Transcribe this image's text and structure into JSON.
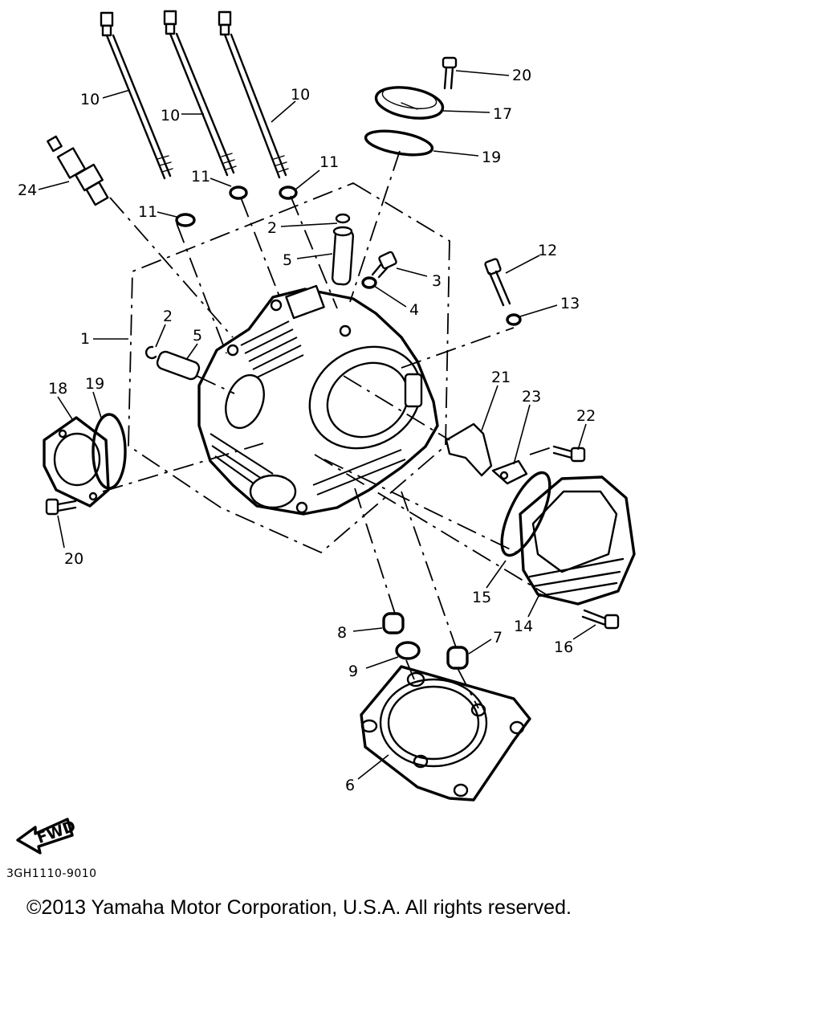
{
  "part_labels": [
    {
      "id": "l10a",
      "text": "10"
    },
    {
      "id": "l10b",
      "text": "10"
    },
    {
      "id": "l10c",
      "text": "10"
    },
    {
      "id": "l20a",
      "text": "20"
    },
    {
      "id": "l17",
      "text": "17"
    },
    {
      "id": "l19a",
      "text": "19"
    },
    {
      "id": "l24",
      "text": "24"
    },
    {
      "id": "l11a",
      "text": "11"
    },
    {
      "id": "l11b",
      "text": "11"
    },
    {
      "id": "l11c",
      "text": "11"
    },
    {
      "id": "l2a",
      "text": "2"
    },
    {
      "id": "l5a",
      "text": "5"
    },
    {
      "id": "l3",
      "text": "3"
    },
    {
      "id": "l4",
      "text": "4"
    },
    {
      "id": "l12",
      "text": "12"
    },
    {
      "id": "l13",
      "text": "13"
    },
    {
      "id": "l1",
      "text": "1"
    },
    {
      "id": "l2b",
      "text": "2"
    },
    {
      "id": "l5b",
      "text": "5"
    },
    {
      "id": "l18",
      "text": "18"
    },
    {
      "id": "l19b",
      "text": "19"
    },
    {
      "id": "l21",
      "text": "21"
    },
    {
      "id": "l23",
      "text": "23"
    },
    {
      "id": "l22",
      "text": "22"
    },
    {
      "id": "l20b",
      "text": "20"
    },
    {
      "id": "l15",
      "text": "15"
    },
    {
      "id": "l14",
      "text": "14"
    },
    {
      "id": "l8",
      "text": "8"
    },
    {
      "id": "l7",
      "text": "7"
    },
    {
      "id": "l16",
      "text": "16"
    },
    {
      "id": "l9",
      "text": "9"
    },
    {
      "id": "l6",
      "text": "6"
    }
  ],
  "fwd_label": "FWD",
  "drawing_code": "3GH1110-9010",
  "copyright": "©2013 Yamaha Motor Corporation, U.S.A. All rights reserved."
}
